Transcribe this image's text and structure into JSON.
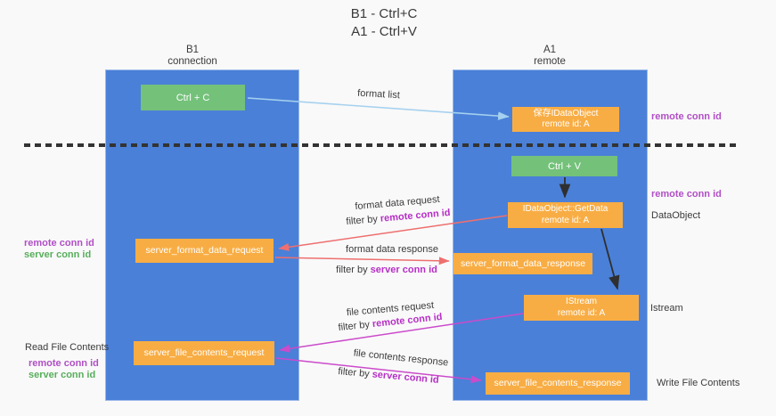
{
  "title": {
    "line1": "B1 - Ctrl+C",
    "line2": "A1 - Ctrl+V"
  },
  "columns": {
    "left": {
      "name": "B1",
      "role": "connection"
    },
    "right": {
      "name": "A1",
      "role": "remote"
    }
  },
  "nodes": {
    "ctrl_c": {
      "label": "Ctrl + C"
    },
    "ctrl_v": {
      "label": "Ctrl + V"
    },
    "save_idataobject": {
      "line1": "保存IDataObject",
      "line2": "remote id: A"
    },
    "getdata": {
      "line1": "IDataObject::GetData",
      "line2": "remote id: A"
    },
    "istream": {
      "line1": "IStream",
      "line2": "remote id: A"
    },
    "format_request": {
      "label": "server_format_data_request"
    },
    "format_response": {
      "label": "server_format_data_response"
    },
    "file_request": {
      "label": "server_file_contents_request"
    },
    "file_response": {
      "label": "server_file_contents_response"
    }
  },
  "edge_labels": {
    "format_list": "format list",
    "format_data_request": "format data request",
    "format_data_request_filter": {
      "prefix": "filter by ",
      "key": "remote conn id"
    },
    "format_data_response": "format data response",
    "format_data_response_filter": {
      "prefix": "filter by ",
      "key": "server conn id"
    },
    "file_contents_request": "file contents request",
    "file_contents_request_filter": {
      "prefix": "filter by ",
      "key": "remote conn id"
    },
    "file_contents_response": "file contents response",
    "file_contents_response_filter": {
      "prefix": "filter by ",
      "key": "server conn id"
    }
  },
  "annotations": {
    "remote_conn_id_top_right": "remote conn id",
    "remote_conn_id_mid_right": "remote conn id",
    "dataobject": "DataObject",
    "istream": "Istream",
    "write_file_contents": "Write File Contents",
    "remote_conn_id_left_1": "remote conn id",
    "server_conn_id_left_1": "server conn id",
    "read_file_contents": "Read File Contents",
    "remote_conn_id_left_2": "remote conn id",
    "server_conn_id_left_2": "server conn id"
  },
  "colors": {
    "lane_blue": "#4a80d8",
    "node_orange": "#f8ad44",
    "node_green": "#74c17a",
    "arrow_lightblue": "#a5d1ef",
    "arrow_salmon": "#ee6f6f",
    "arrow_magenta": "#cb4bcb",
    "arrow_black": "#2f2f2f",
    "label_purple": "#b14fc6",
    "label_green": "#57ae5b",
    "text_dark": "#3b3b3b"
  }
}
